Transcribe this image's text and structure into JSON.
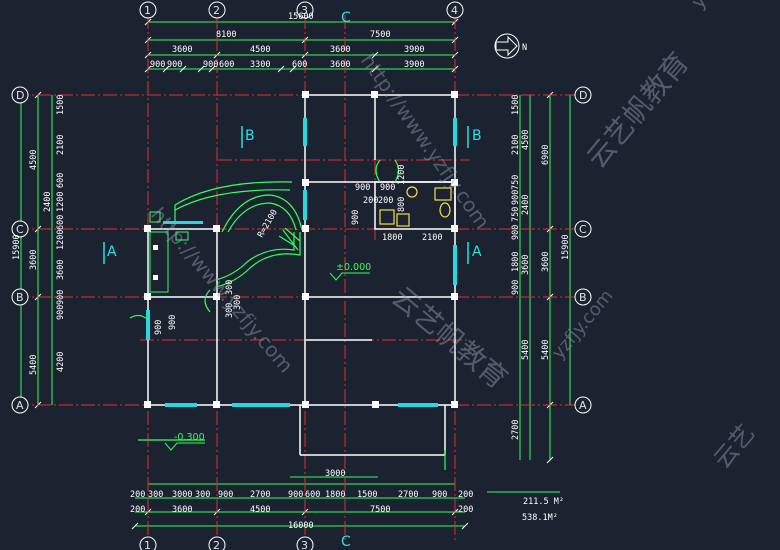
{
  "title": "",
  "axes": {
    "vertical": [
      "1",
      "2",
      "3",
      "4"
    ],
    "horizontal": [
      "D",
      "C",
      "B",
      "A"
    ],
    "center_mark": "C"
  },
  "dimensions": {
    "top_total": "15600",
    "top_row1": [
      "8100",
      "7500"
    ],
    "top_row2": [
      "3600",
      "4500",
      "3600",
      "3900"
    ],
    "top_row3": [
      "900",
      "900",
      "900",
      "600",
      "3300",
      "600",
      "3600",
      "3900"
    ],
    "bottom_row1": [
      "200",
      "300",
      "3000",
      "300",
      "900",
      "2700",
      "900",
      "600",
      "1800",
      "1500",
      "2700",
      "900",
      "200"
    ],
    "bottom_row2": [
      "200",
      "3600",
      "4500",
      "7500",
      "200"
    ],
    "bottom_total": "16000",
    "bottom_opening": "3000",
    "left_total": "15900",
    "left_row2": [
      "4500",
      "2400",
      "3600",
      "5400"
    ],
    "left_row3": [
      "1500",
      "2100",
      "600",
      "1200",
      "600",
      "1200",
      "3600",
      "900",
      "900",
      "4200"
    ],
    "right_total": "15900",
    "right_row1": [
      "6900",
      "3600",
      "5400",
      "2700"
    ],
    "right_row2": [
      "4500",
      "2400",
      "3600",
      "5400"
    ],
    "right_row3": [
      "1500",
      "2100",
      "750",
      "900",
      "750",
      "900",
      "1800",
      "900"
    ],
    "inner": [
      "900",
      "900",
      "200",
      "200",
      "1200",
      "800",
      "900",
      "1800",
      "2100",
      "900",
      "900",
      "300",
      "300",
      "300"
    ],
    "radius": "R=2100"
  },
  "section_marks": [
    "A",
    "A",
    "B",
    "B"
  ],
  "level_marks": [
    "±0.000",
    "-0.300"
  ],
  "areas": [
    "211.5 M²",
    "538.1M²"
  ],
  "north_label": "N",
  "watermarks": [
    "云艺帆教育",
    "云艺帆教育",
    "http://www.yzfjy.com",
    "http://www.yzfjy.com",
    "yzfjy",
    "yzfjy.com",
    "云艺"
  ]
}
